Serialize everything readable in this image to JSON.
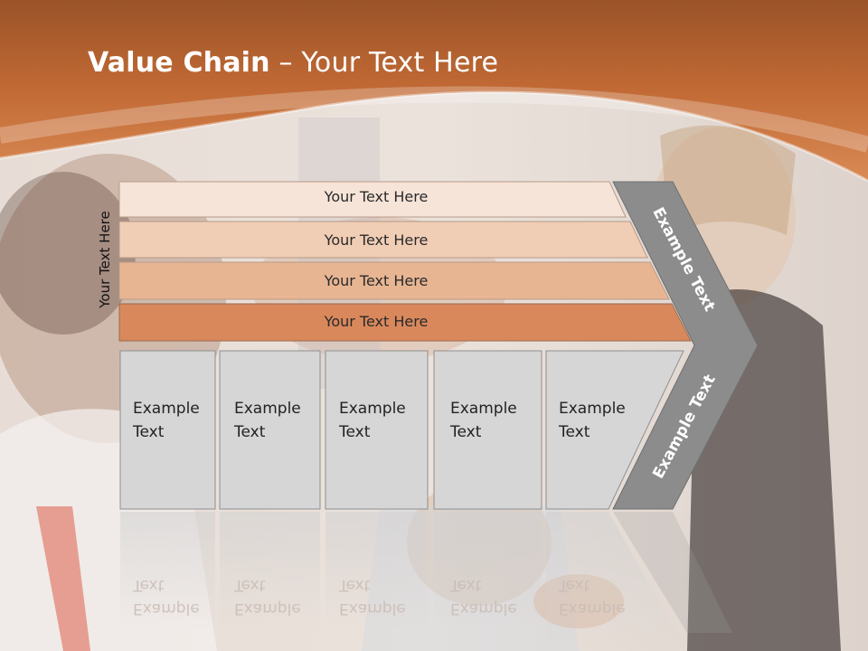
{
  "slide": {
    "title_bold": "Value Chain",
    "title_rest": " – Your Text Here",
    "side_label": "Your Text Here"
  },
  "bars": [
    {
      "label": "Your Text Here",
      "color": "#f7e4d8"
    },
    {
      "label": "Your Text Here",
      "color": "#f0cdb5"
    },
    {
      "label": "Your Text Here",
      "color": "#e8b593"
    },
    {
      "label": "Your Text Here",
      "color": "#d9885c"
    }
  ],
  "boxes": [
    {
      "line1": "Example",
      "line2": "Text"
    },
    {
      "line1": "Example",
      "line2": "Text"
    },
    {
      "line1": "Example",
      "line2": "Text"
    },
    {
      "line1": "Example",
      "line2": "Text"
    },
    {
      "line1": "Example",
      "line2": "Text"
    }
  ],
  "chevron": {
    "upper_label": "Example Text",
    "lower_label": "Example Text",
    "color": "#8c8c8c"
  },
  "colors": {
    "header": "#c8703a",
    "box_fill": "#d6d6d6"
  }
}
